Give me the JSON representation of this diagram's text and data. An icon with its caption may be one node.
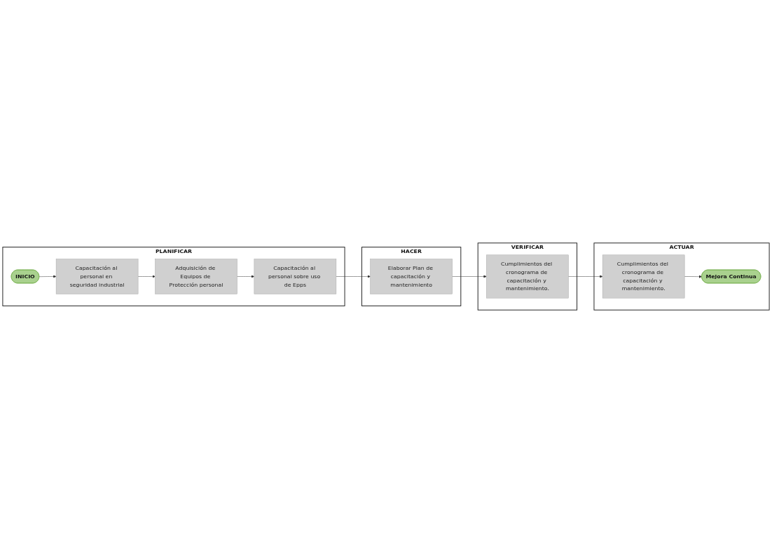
{
  "diagram": {
    "nodes": [
      {
        "text": [
          "PLANIFICAR"
        ]
      },
      {
        "text": [
          "INICIO"
        ],
        "in": 0
      },
      {
        "text": [
          "Capacitación al personal en seguridad industrial"
        ],
        "in": 0
      },
      {
        "text": [
          "Adquisición de Equipos de Protección personal"
        ],
        "in": 0
      },
      {
        "text": [
          "Capacitación al personal sobre uso de Epps"
        ],
        "in": 0
      },
      {
        "text": [
          "HACER"
        ]
      },
      {
        "text": [
          "Elaborar Plan de capacitación y mantenimiento"
        ],
        "in": 5
      },
      {
        "text": [
          "VERIFICAR"
        ]
      },
      {
        "text": [
          "Cumplimientos del cronograma de capacitación y mantenimiento."
        ],
        "in": 7
      },
      {
        "text": [
          "ACTUAR"
        ]
      },
      {
        "text": [
          "Cumplimientos del cronograma de capacitación y mantenimiento."
        ],
        "in": 9
      },
      {
        "text": [
          "Mejora Continua"
        ],
        "in": 9
      }
    ],
    "edges": [
      {
        "from": 1,
        "to": 2,
        "arrow": "to"
      },
      {
        "from": 2,
        "to": 3,
        "arrow": "to"
      },
      {
        "from": 3,
        "to": 4,
        "arrow": "to"
      },
      {
        "from": 4,
        "to": 6,
        "arrow": "to"
      },
      {
        "from": 6,
        "to": 8,
        "arrow": "to"
      },
      {
        "from": 8,
        "to": 10,
        "arrow": "to"
      },
      {
        "from": 10,
        "to": 11,
        "arrow": "to"
      }
    ]
  }
}
